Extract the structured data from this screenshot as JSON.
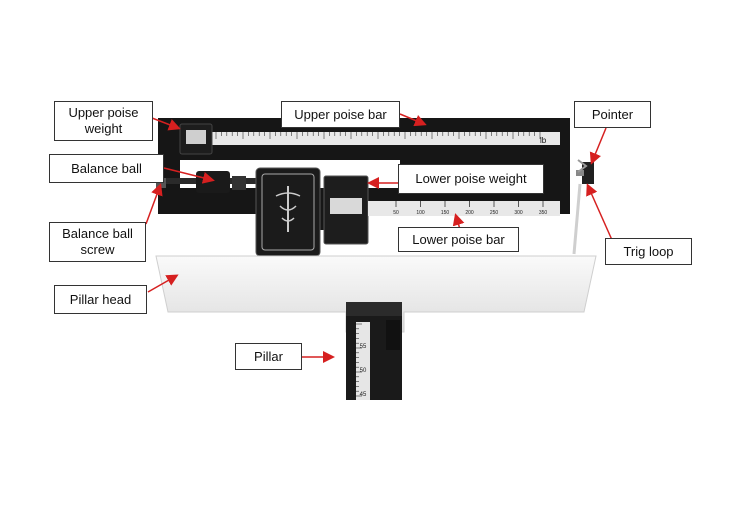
{
  "labels": {
    "upper_poise_weight": "Upper poise\nweight",
    "upper_poise_bar": "Upper poise bar",
    "pointer": "Pointer",
    "balance_ball": "Balance ball",
    "lower_poise_weight": "Lower poise weight",
    "balance_ball_screw": "Balance ball\nscrew",
    "lower_poise_bar": "Lower poise bar",
    "trig_loop": "Trig loop",
    "pillar_head": "Pillar head",
    "pillar": "Pillar"
  },
  "scale": {
    "upper_unit": "lb",
    "lower_ticks": [
      "50",
      "100",
      "150",
      "200",
      "250",
      "300",
      "350"
    ],
    "pillar_ticks": [
      "45",
      "50",
      "55"
    ]
  },
  "colors": {
    "arrow": "#d62020",
    "frame": "#161616",
    "pillar_head": "#f2f2f2",
    "scale_bar": "#e8e8e8"
  }
}
